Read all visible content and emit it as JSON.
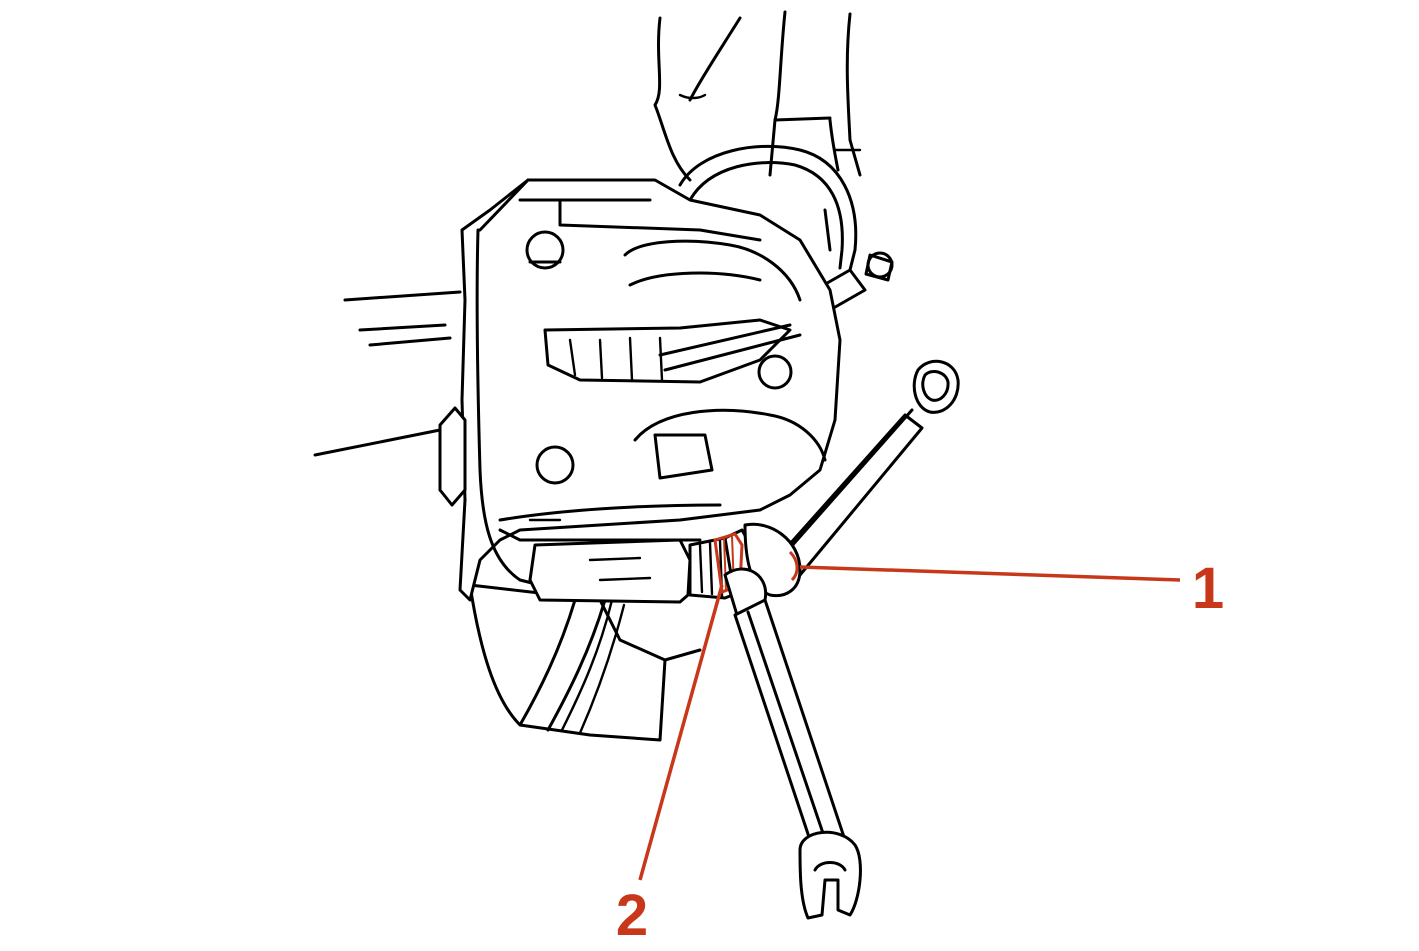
{
  "callouts": [
    {
      "id": "1",
      "label": "1"
    },
    {
      "id": "2",
      "label": "2"
    }
  ],
  "colors": {
    "callout": "#C8371A",
    "linework": "#000000",
    "background": "#FFFFFF"
  }
}
